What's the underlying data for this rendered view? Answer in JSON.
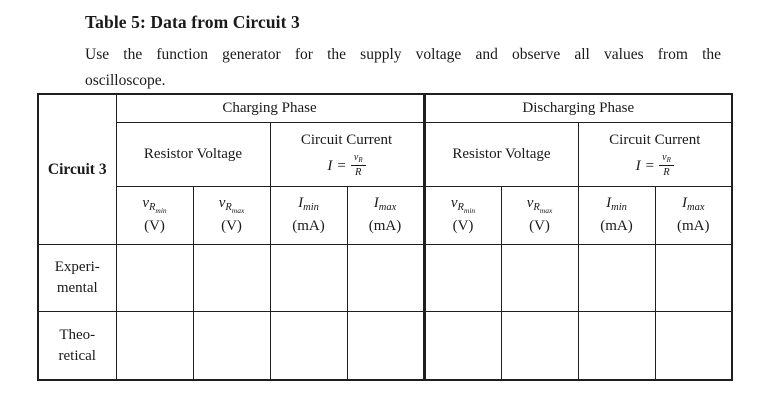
{
  "document": {
    "title": "Table 5: Data from Circuit 3",
    "instruction": {
      "line1": "Use the function generator for the supply voltage and observe all values from the",
      "line2": "oscilloscope."
    }
  },
  "table": {
    "corner_label": "Circuit 3",
    "phase_headers": [
      "Charging Phase",
      "Discharging Phase"
    ],
    "group_headers": {
      "resistor_voltage": "Resistor Voltage",
      "circuit_current": "Circuit Current"
    },
    "formula": {
      "lhs": "I",
      "equals": "=",
      "numerator_base": "v",
      "numerator_sub": "R",
      "denominator": "R"
    },
    "columns": [
      {
        "base": "v",
        "sub": "R",
        "subsub": "min",
        "unit": "(V)"
      },
      {
        "base": "v",
        "sub": "R",
        "subsub": "max",
        "unit": "(V)"
      },
      {
        "base": "I",
        "sub": "min",
        "unit": "(mA)"
      },
      {
        "base": "I",
        "sub": "max",
        "unit": "(mA)"
      }
    ],
    "rows": [
      {
        "label_line1": "Experi-",
        "label_line2": "mental",
        "values": [
          "",
          "",
          "",
          "",
          "",
          "",
          "",
          ""
        ]
      },
      {
        "label_line1": "Theo-",
        "label_line2": "retical",
        "values": [
          "",
          "",
          "",
          "",
          "",
          "",
          "",
          ""
        ]
      }
    ]
  }
}
